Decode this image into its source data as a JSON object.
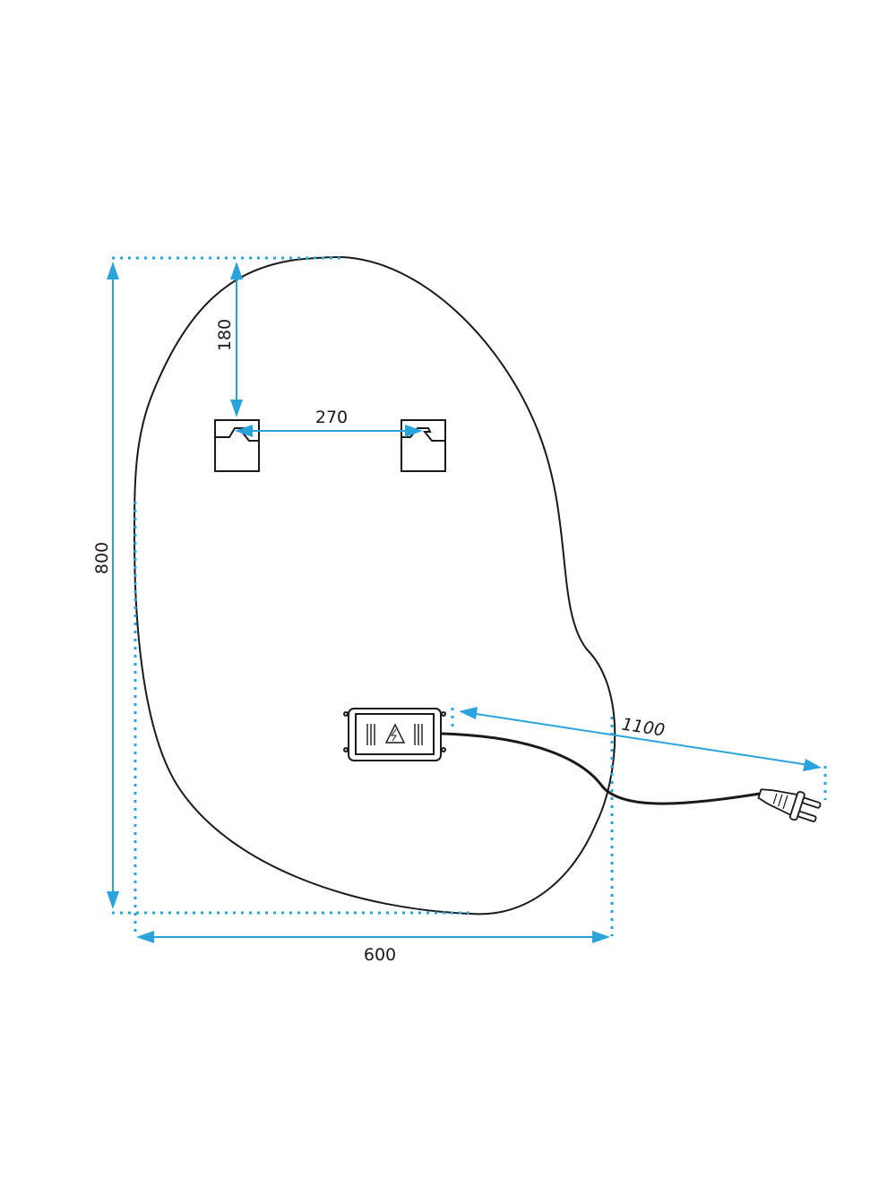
{
  "dimensions": {
    "height": "800",
    "width": "600",
    "bracket_from_top": "180",
    "bracket_spacing": "270",
    "cable_length": "1100"
  },
  "colors": {
    "dimension": "#29a3dc",
    "outline": "#1a1a1a"
  },
  "icons": [
    "mounting-bracket-icon",
    "driver-box-icon",
    "high-voltage-icon",
    "power-plug-icon"
  ]
}
